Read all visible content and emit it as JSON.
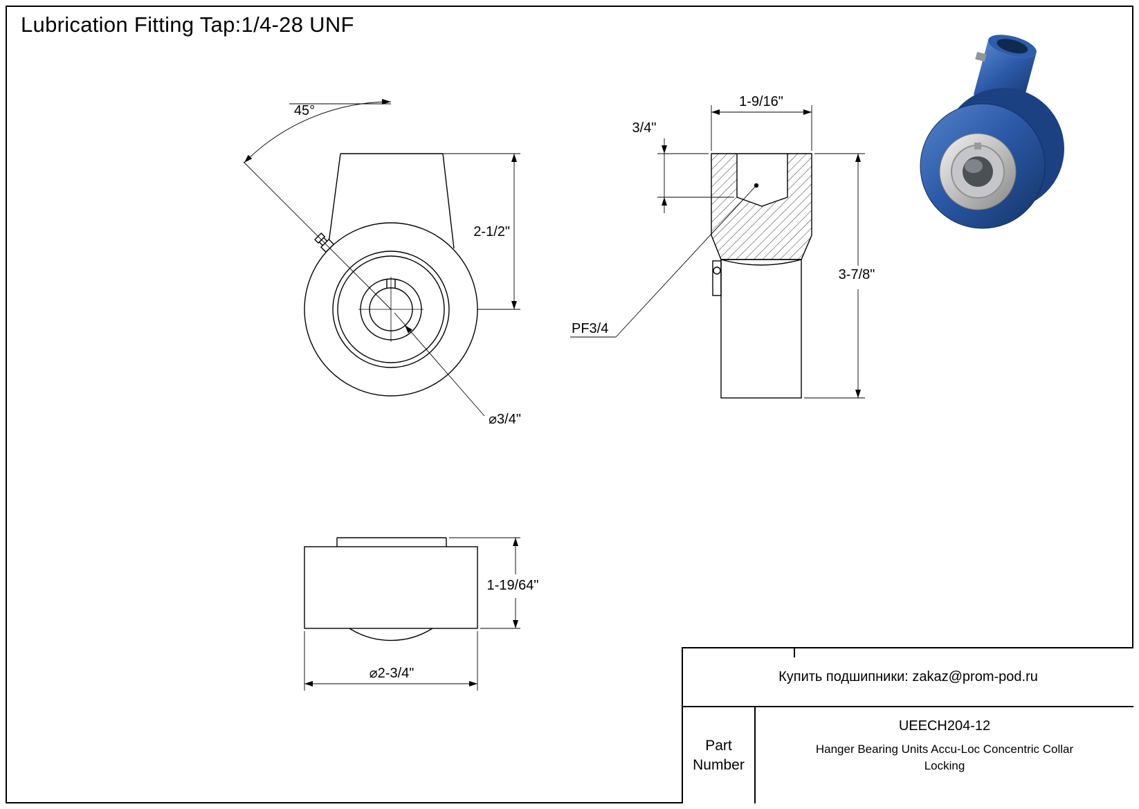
{
  "page": {
    "title": "Lubrication Fitting Tap:1/4-28 UNF"
  },
  "front_view": {
    "angle": "45°",
    "height": "2-1/2\"",
    "bore": "⌀3/4\""
  },
  "side_view": {
    "width": "1-9/16\"",
    "tap_depth": "3/4\"",
    "height": "3-7/8\"",
    "thread": "PF3/4"
  },
  "bottom_view": {
    "height": "1-19/64\"",
    "diameter": "⌀2-3/4\""
  },
  "title_block": {
    "contact": "Купить подшипники: zakaz@prom-pod.ru",
    "part_label": "Part Number",
    "part_number": "UEECH204-12",
    "description": "Hanger Bearing Units Accu-Loc Concentric Collar Locking"
  }
}
